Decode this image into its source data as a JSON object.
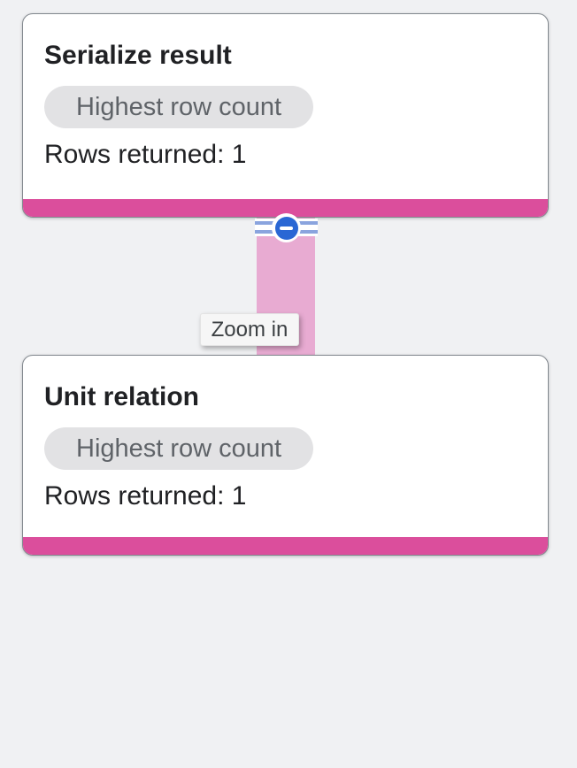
{
  "nodes": [
    {
      "title": "Serialize result",
      "badge": "Highest row count",
      "rows": "Rows returned: 1"
    },
    {
      "title": "Unit relation",
      "badge": "Highest row count",
      "rows": "Rows returned: 1"
    }
  ],
  "edge": {
    "tooltip": "Zoom in"
  },
  "icons": {
    "collapse": "minus-circle-icon"
  },
  "colors": {
    "page_background": "#F0F1F3",
    "card_background": "#FFFFFF",
    "card_border": "#82888E",
    "row_count_accent": "#DB4E9C",
    "edge_band": "#E8ABD2",
    "collapse_button_blue": "#2A67D4",
    "edge_stripe_blue": "#8AA4DE",
    "badge_background": "#E2E2E4",
    "badge_text": "#5F6368",
    "text_primary": "#202124",
    "tooltip_text": "#3C4043"
  }
}
